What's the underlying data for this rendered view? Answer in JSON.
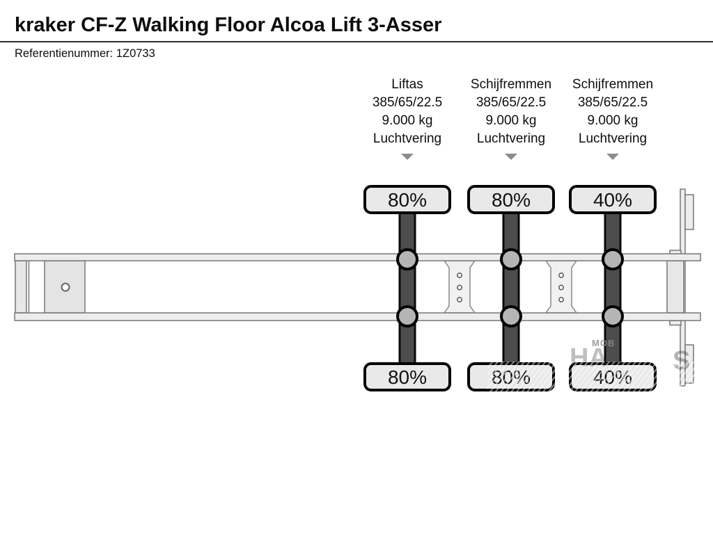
{
  "header": {
    "title": "kraker CF-Z Walking Floor Alcoa Lift 3-Asser",
    "reference": "Referentienummer: 1Z0733"
  },
  "axles": [
    {
      "name": "Liftas",
      "tire_size": "385/65/22.5",
      "axle_load": "9.000 kg",
      "suspension": "Luchtvering",
      "tire_top_pct": "80%",
      "tire_bottom_pct": "80%"
    },
    {
      "name": "Schijfremmen",
      "tire_size": "385/65/22.5",
      "axle_load": "9.000 kg",
      "suspension": "Luchtvering",
      "tire_top_pct": "80%",
      "tire_bottom_pct": "80%"
    },
    {
      "name": "Schijfremmen",
      "tire_size": "385/65/22.5",
      "axle_load": "9.000 kg",
      "suspension": "Luchtvering",
      "tire_top_pct": "40%",
      "tire_bottom_pct": "40%"
    }
  ],
  "watermark": {
    "small_text": "МОВ",
    "large_left": "НА",
    "large_right": "S"
  },
  "colors": {
    "axle_bar": "#4d4d4d",
    "hub_fill": "#b5b5b5",
    "tire_fill": "#e9e9e9",
    "frame_fill": "#ededed",
    "frame_stroke": "#777777",
    "pointer_triangle": "#8c8c8c"
  }
}
